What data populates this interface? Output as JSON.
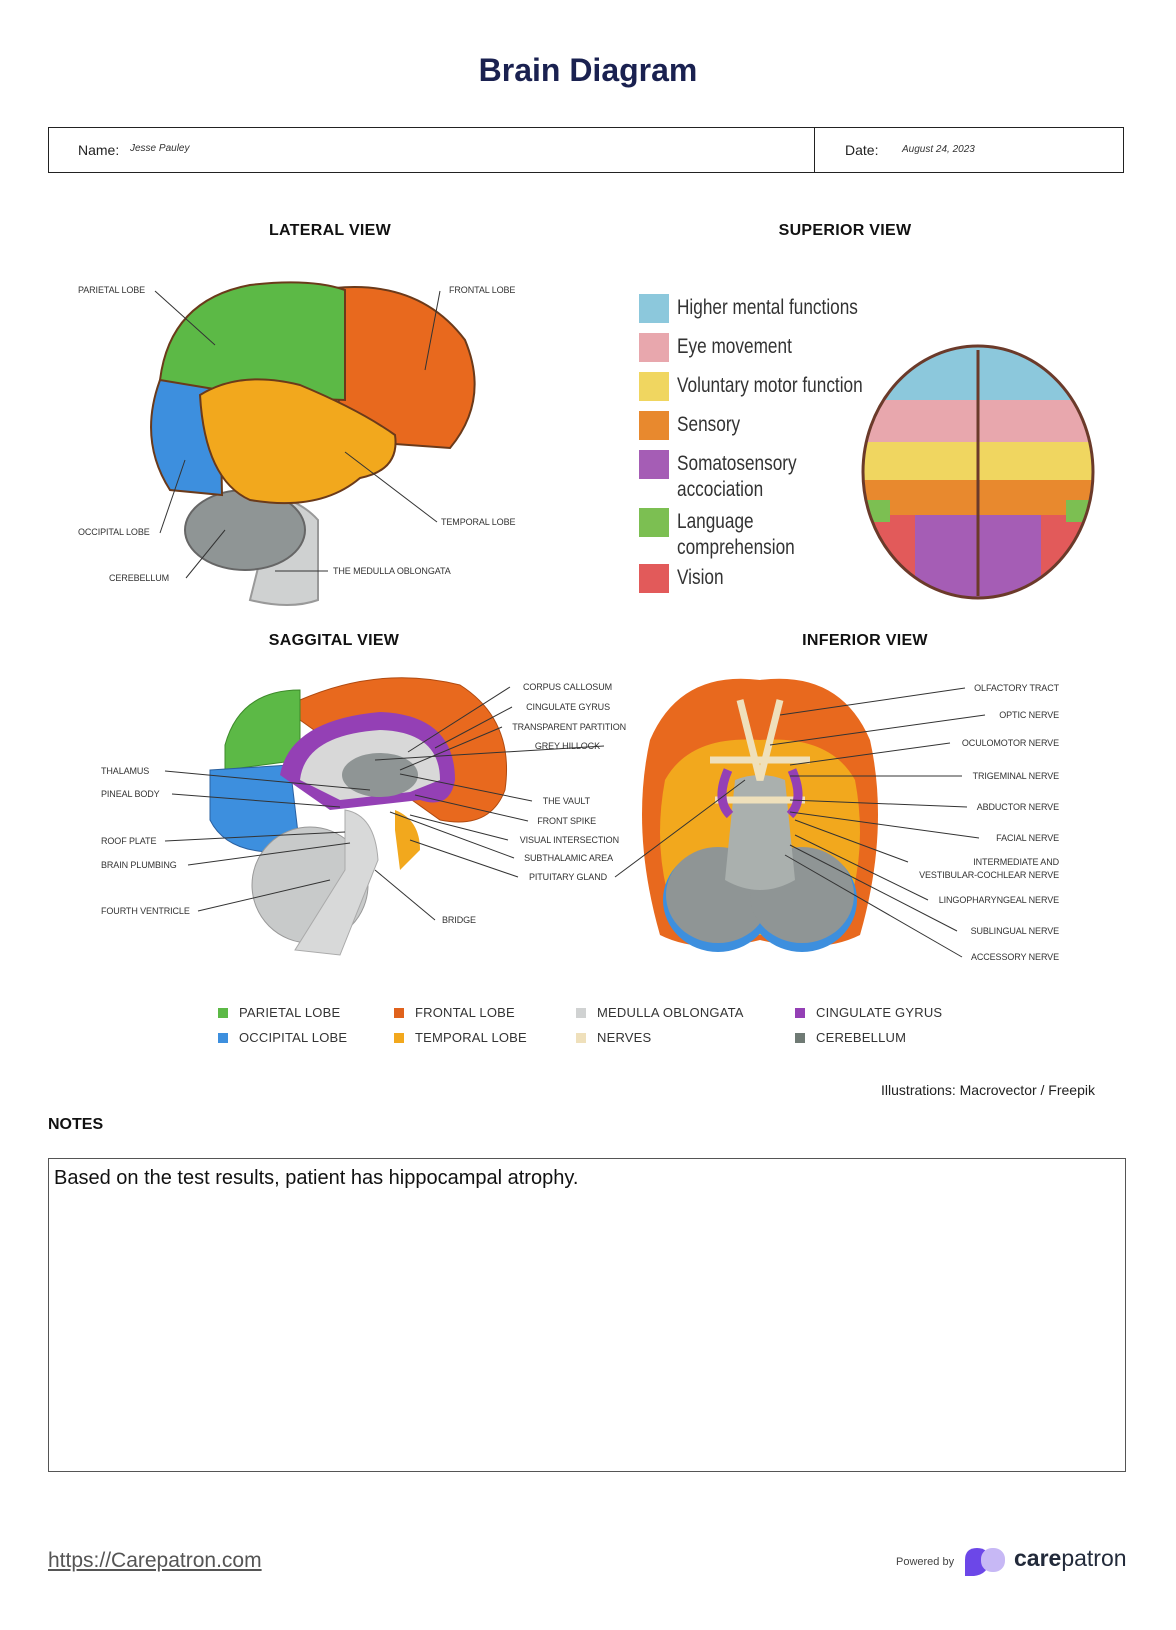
{
  "title": "Brain Diagram",
  "form": {
    "name_label": "Name:",
    "name_value": "Jesse Pauley",
    "date_label": "Date:",
    "date_value": "August 24, 2023"
  },
  "sections": {
    "lateral": "LATERAL VIEW",
    "superior": "SUPERIOR VIEW",
    "sagittal": "SAGGITAL VIEW",
    "inferior": "INFERIOR VIEW"
  },
  "lateral_labels": [
    "PARIETAL LOBE",
    "FRONTAL LOBE",
    "OCCIPITAL LOBE",
    "CEREBELLUM",
    "TEMPORAL LOBE",
    "THE MEDULLA OBLONGATA"
  ],
  "superior_legend": [
    {
      "label": "Higher mental functions",
      "color": "#8cc8dc"
    },
    {
      "label": "Eye movement",
      "color": "#e8a7ad"
    },
    {
      "label": "Voluntary motor function",
      "color": "#f0d660"
    },
    {
      "label": "Sensory",
      "color": "#e8892e"
    },
    {
      "label": "Somatosensory accociation",
      "color": "#a55db5"
    },
    {
      "label": "Language comprehension",
      "color": "#7cbf52"
    },
    {
      "label": "Vision",
      "color": "#e25a5a"
    }
  ],
  "sagittal_labels": {
    "right": [
      "CORPUS CALLOSUM",
      "CINGULATE GYRUS",
      "TRANSPARENT PARTITION",
      "GREY HILLOCK",
      "THE VAULT",
      "FRONT SPIKE",
      "VISUAL INTERSECTION",
      "SUBTHALAMIC AREA",
      "PITUITARY GLAND"
    ],
    "left": [
      "THALAMUS",
      "PINEAL BODY",
      "ROOF PLATE",
      "BRAIN PLUMBING",
      "FOURTH VENTRICLE"
    ],
    "bottom": "BRIDGE"
  },
  "inferior_labels": [
    "OLFACTORY TRACT",
    "OPTIC NERVE",
    "OCULOMOTOR NERVE",
    "TRIGEMINAL NERVE",
    "ABDUCTOR NERVE",
    "FACIAL NERVE",
    "INTERMEDIATE AND",
    "VESTIBULAR-COCHLEAR NERVE",
    "LINGOPHARYNGEAL NERVE",
    "SUBLINGUAL NERVE",
    "ACCESSORY NERVE"
  ],
  "legend": [
    {
      "label": "PARIETAL LOBE",
      "color": "#5cb946"
    },
    {
      "label": "OCCIPITAL LOBE",
      "color": "#3d8fde"
    },
    {
      "label": "FRONTAL LOBE",
      "color": "#e0621c"
    },
    {
      "label": "TEMPORAL LOBE",
      "color": "#f2a81d"
    },
    {
      "label": "MEDULLA OBLONGATA",
      "color": "#d0d2d2"
    },
    {
      "label": "NERVES",
      "color": "#efe0bb"
    },
    {
      "label": "CINGULATE GYRUS",
      "color": "#9440b5"
    },
    {
      "label": "CEREBELLUM",
      "color": "#6f7a74"
    }
  ],
  "credit": "Illustrations: Macrovector / Freepik",
  "notes": {
    "heading": "NOTES",
    "text": "Based on the test results, patient has hippocampal atrophy."
  },
  "footer": {
    "link": "https://Carepatron.com",
    "powered_by": "Powered by",
    "brand_bold": "care",
    "brand_rest": "patron"
  }
}
